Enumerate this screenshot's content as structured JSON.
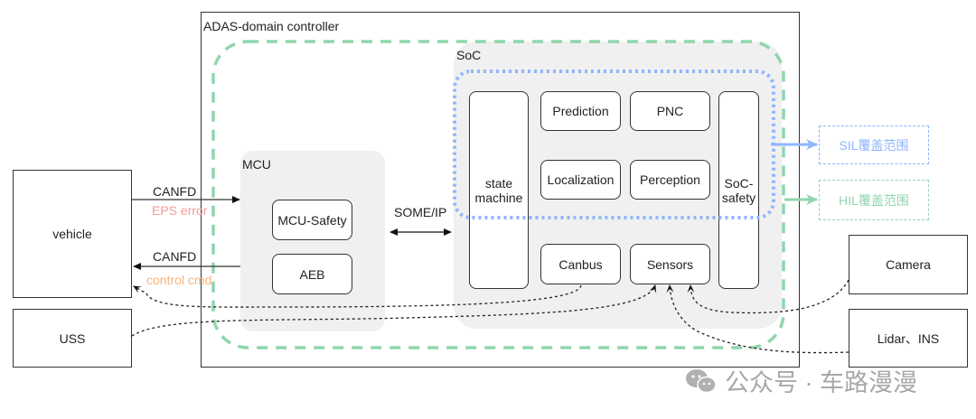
{
  "controller": {
    "title": "ADAS-domain controller"
  },
  "mcu": {
    "title": "MCU",
    "modules": [
      "MCU-Safety",
      "AEB"
    ]
  },
  "link": {
    "label": "SOME/IP"
  },
  "soc": {
    "title": "SoC",
    "state_machine": "state machine",
    "modules": [
      "Prediction",
      "PNC",
      "Localization",
      "Perception",
      "Canbus",
      "Sensors"
    ],
    "safety": "SoC-safety"
  },
  "external": {
    "vehicle": "vehicle",
    "uss": "USS",
    "camera": "Camera",
    "lidar": "Lidar、INS"
  },
  "signals": {
    "to_mcu_bus": "CANFD",
    "to_mcu_msg": "EPS error",
    "to_vehicle_bus": "CANFD",
    "to_vehicle_msg": "control cmd"
  },
  "legend": {
    "sil": "SIL覆盖范围",
    "hil": "HIL覆盖范围"
  },
  "colors": {
    "sil": "#8fb5ff",
    "hil": "#8fd6ae",
    "eps_error": "#f59a9a",
    "control_cmd": "#f6b47e",
    "watermark": "#a8a8a8"
  },
  "watermark": {
    "text": "公众号 · 车路漫漫"
  }
}
